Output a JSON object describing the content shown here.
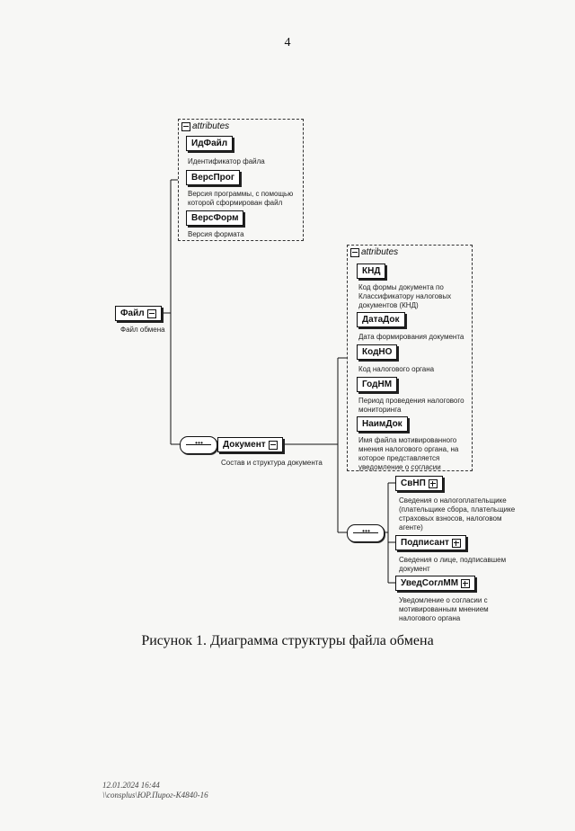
{
  "page_number": "4",
  "caption": "Рисунок 1. Диаграмма структуры файла обмена",
  "attributes_label": "attributes",
  "file_node": {
    "name": "Файл",
    "desc": "Файл обмена"
  },
  "file_attributes": [
    {
      "name": "ИдФайл",
      "desc": "Идентификатор файла"
    },
    {
      "name": "ВерсПрог",
      "desc": "Версия программы, с помощью которой сформирован файл"
    },
    {
      "name": "ВерсФорм",
      "desc": "Версия формата"
    }
  ],
  "document_node": {
    "name": "Документ",
    "desc": "Состав и структура документа"
  },
  "document_attributes": [
    {
      "name": "КНД",
      "desc": "Код формы документа по Классификатору налоговых документов (КНД)"
    },
    {
      "name": "ДатаДок",
      "desc": "Дата формирования документа"
    },
    {
      "name": "КодНО",
      "desc": "Код налогового органа"
    },
    {
      "name": "ГодНМ",
      "desc": "Период проведения налогового мониторинга"
    },
    {
      "name": "НаимДок",
      "desc": "Имя файла мотивированного мнения налогового органа, на которое представляется уведомление о согласии"
    }
  ],
  "document_children": [
    {
      "name": "СвНП",
      "desc": "Сведения о налогоплательщике (плательщике сбора, плательщике страховых взносов, налоговом агенте)"
    },
    {
      "name": "Подписант",
      "desc": "Сведения о лице, подписавшем документ"
    },
    {
      "name": "УведСоглММ",
      "desc": "Уведомление о согласии с мотивированным мнением налогового органа"
    }
  ],
  "footer": {
    "line1": "12.01.2024 16:44",
    "line2": "\\\\consplus\\ЮР.Пирог-К4840-16"
  }
}
